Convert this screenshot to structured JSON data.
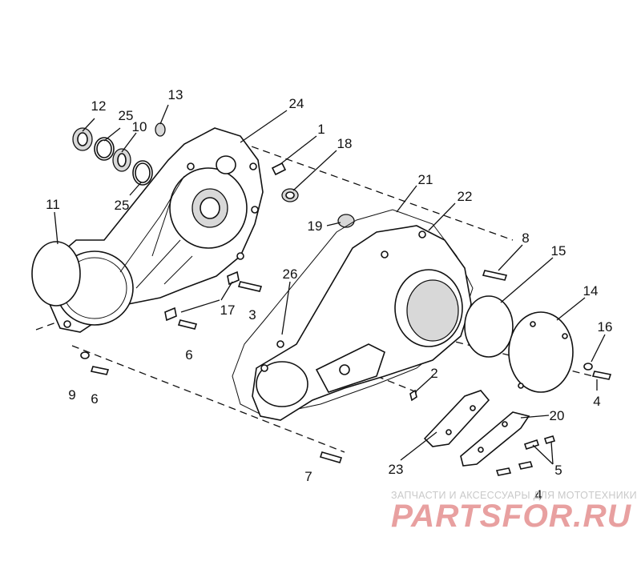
{
  "callouts": {
    "c1": "1",
    "c2": "2",
    "c3": "3",
    "c4a": "4",
    "c4b": "4",
    "c5": "5",
    "c6a": "6",
    "c6b": "6",
    "c7": "7",
    "c8": "8",
    "c9": "9",
    "c10": "10",
    "c11": "11",
    "c12": "12",
    "c13": "13",
    "c14": "14",
    "c15": "15",
    "c16": "16",
    "c17": "17",
    "c18": "18",
    "c19": "19",
    "c20": "20",
    "c21": "21",
    "c22": "22",
    "c23": "23",
    "c24": "24",
    "c25a": "25",
    "c25b": "25",
    "c26": "26"
  },
  "watermark": {
    "tagline": "ЗАПЧАСТИ И АКСЕССУАРЫ ДЛЯ МОТОТЕХНИКИ",
    "logo": "PARTSFOR.RU",
    "color": "#e8a0a0"
  }
}
